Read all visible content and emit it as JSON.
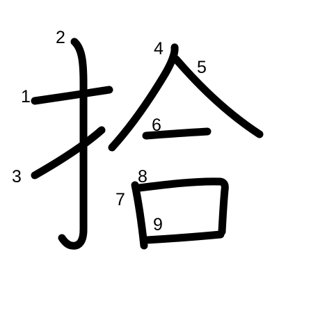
{
  "character": "拾",
  "stroke_numbers": [
    "1",
    "2",
    "3",
    "4",
    "5",
    "6",
    "7",
    "8",
    "9"
  ],
  "colors": {
    "background": "#ffffff",
    "stroke": "#000000",
    "label": "#000000"
  }
}
